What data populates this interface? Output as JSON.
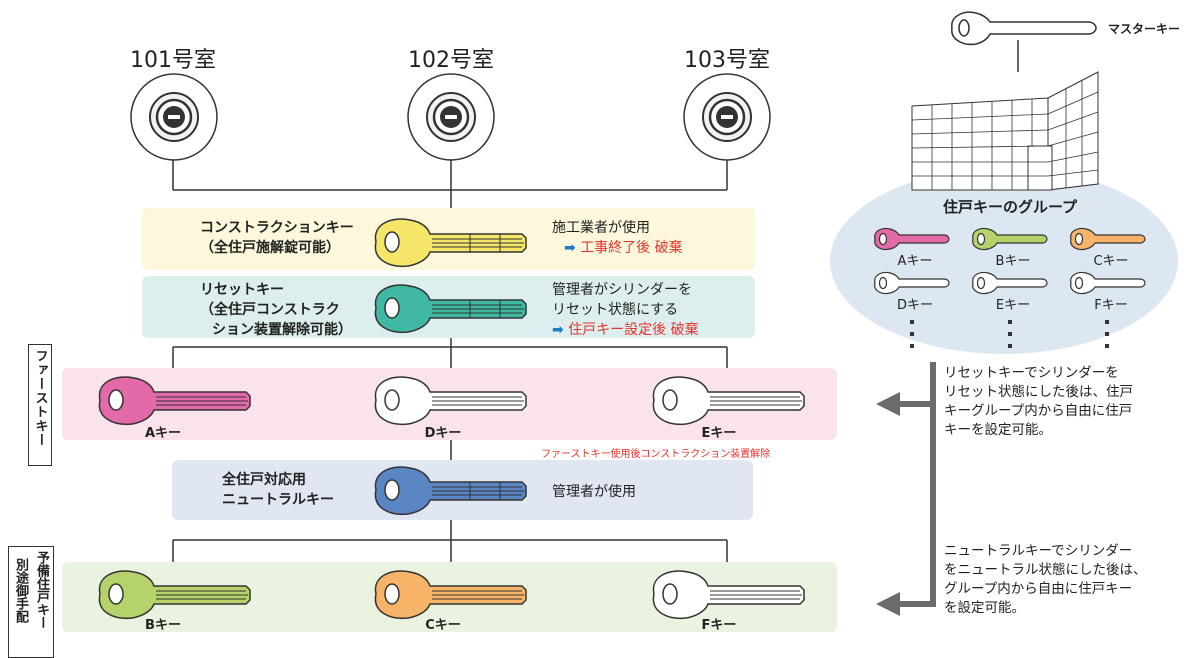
{
  "rooms": [
    "101号室",
    "102号室",
    "103号室"
  ],
  "construction_key": {
    "title_line1": "コンストラクションキー",
    "title_line2": "（全住戸施解錠可能）",
    "desc1": "施工業者が使用",
    "desc2": "工事終了後 破棄",
    "color": "#f5e66a"
  },
  "reset_key": {
    "title_line1": "リセットキー",
    "title_line2": "（全住戸コンストラク",
    "title_line3": "ション装置解除可能）",
    "desc1": "管理者がシリンダーを",
    "desc2": "リセット状態にする",
    "desc3": "住戸キー設定後 破棄",
    "color": "#3fb8a4"
  },
  "first_key": {
    "tab_text": "ファーストキー",
    "keys": [
      "Aキー",
      "Dキー",
      "Eキー"
    ],
    "note": "ファーストキー使用後コンストラクション装置解除"
  },
  "neutral_key": {
    "title_line1": "全住戸対応用",
    "title_line2": "ニュートラルキー",
    "desc": "管理者が使用",
    "color": "#5b86c4"
  },
  "spare_key": {
    "tab_col1": "予備住戸キー",
    "tab_col2": "別途御手配",
    "keys": [
      "Bキー",
      "Cキー",
      "Fキー"
    ]
  },
  "master_key": {
    "label": "マスターキー"
  },
  "group": {
    "title": "住戸キーのグループ",
    "keys": [
      "Aキー",
      "Bキー",
      "Cキー",
      "Dキー",
      "Eキー",
      "Fキー"
    ]
  },
  "notes": {
    "reset_note": [
      "リセットキーでシリンダーを",
      "リセット状態にした後は、住戸",
      "キーグループ内から自由に住戸",
      "キーを設定可能。"
    ],
    "neutral_note": [
      "ニュートラルキーでシリンダー",
      "をニュートラル状態にした後は、",
      "グループ内から自由に住戸キー",
      "を設定可能。"
    ]
  },
  "colors": {
    "pink": "#e36aa8",
    "green": "#b5d36a",
    "orange": "#f7b469",
    "yellow_band": "#fdf8dc",
    "teal_band": "#dcefee",
    "pink_band": "#fbe3ec",
    "blue_band": "#e0e7f3",
    "green_band": "#eaf3df",
    "group_ellipse": "#dde7f1"
  }
}
